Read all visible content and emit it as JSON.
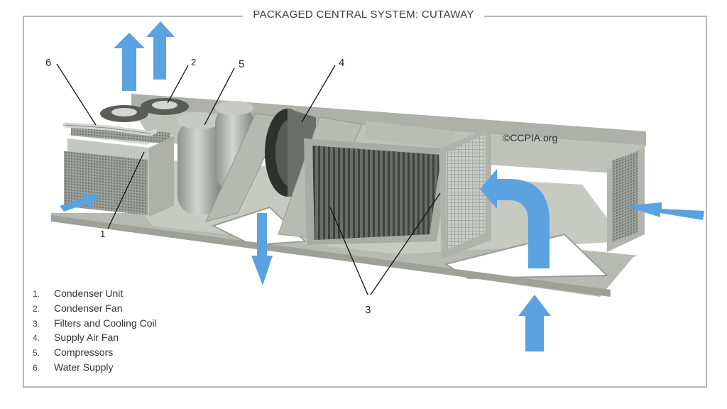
{
  "title": "PACKAGED CENTRAL SYSTEM: CUTAWAY",
  "copyright": "©CCPIA.org",
  "callouts": [
    {
      "id": "6",
      "text": "6"
    },
    {
      "id": "2",
      "text": "2"
    },
    {
      "id": "5",
      "text": "5"
    },
    {
      "id": "4",
      "text": "4"
    },
    {
      "id": "1",
      "text": "1"
    },
    {
      "id": "3",
      "text": "3"
    }
  ],
  "legend": [
    {
      "num": "1.",
      "label": "Condenser Unit"
    },
    {
      "num": "2.",
      "label": "Condenser Fan"
    },
    {
      "num": "3.",
      "label": "Filters and Cooling Coil"
    },
    {
      "num": "4.",
      "label": "Supply Air Fan"
    },
    {
      "num": "5.",
      "label": "Compressors"
    },
    {
      "num": "6.",
      "label": "Water Supply"
    }
  ],
  "colors": {
    "arrow": "#5aa2e0",
    "frame": "#b9b9b9",
    "unit_body": "#c5c8c2",
    "unit_dark": "#8f938d"
  }
}
